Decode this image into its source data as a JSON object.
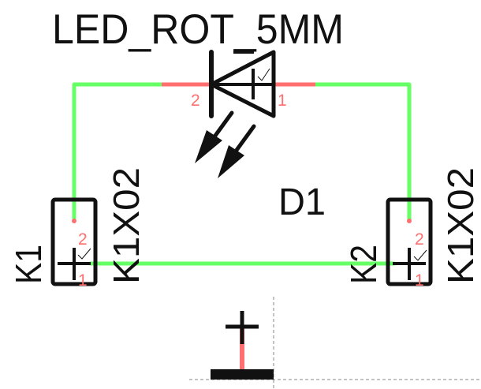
{
  "schematic": {
    "colors": {
      "wire": "#66ff66",
      "pin": "#ff6f6f",
      "symbol": "#111111",
      "background": "#ffffff",
      "origin_guide": "#888888"
    },
    "led": {
      "value": "LED_ROT_5MM",
      "name": "D1",
      "pin_left": "2",
      "pin_right": "1"
    },
    "connector_left": {
      "name": "K1",
      "value": "K1X02",
      "pin_top": "2",
      "pin_bottom": "1"
    },
    "connector_right": {
      "name": "K2",
      "value": "K1X02",
      "pin_top": "2",
      "pin_bottom": "1"
    }
  }
}
